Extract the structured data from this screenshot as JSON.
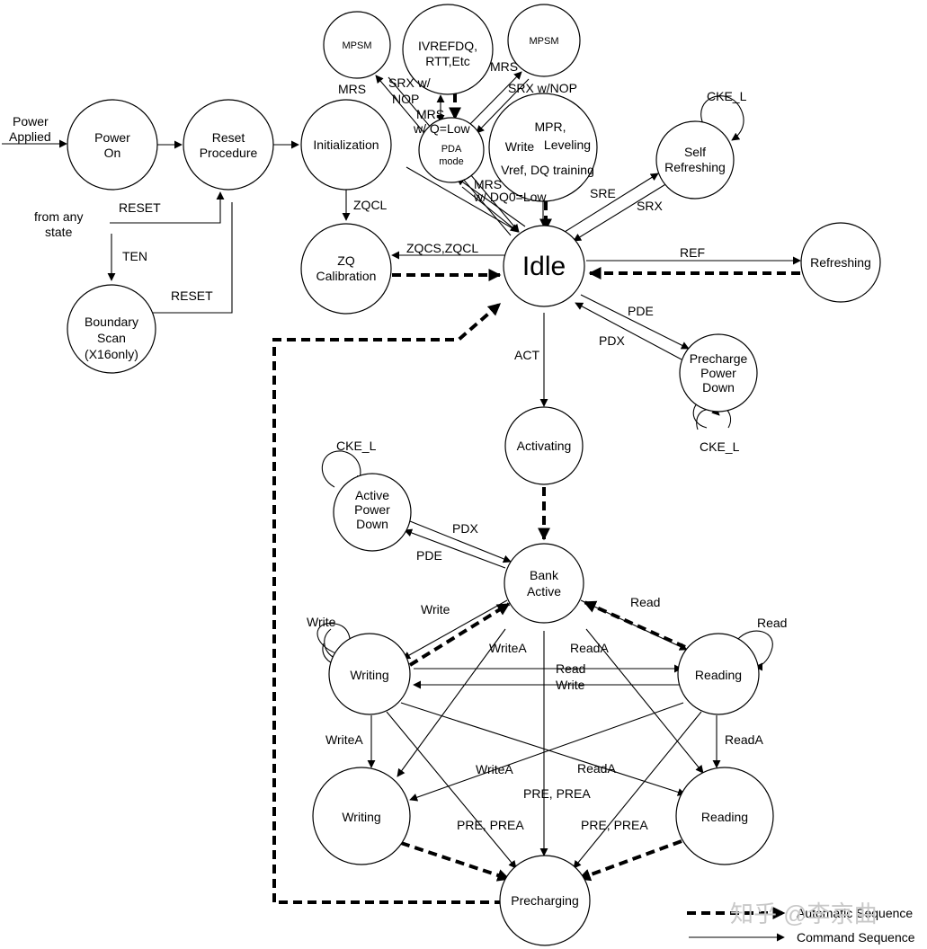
{
  "states": {
    "power_on": [
      "Power",
      "On"
    ],
    "reset_procedure": [
      "Reset",
      "Procedure"
    ],
    "initialization": [
      "Initialization"
    ],
    "zq_calibration": [
      "ZQ",
      "Calibration"
    ],
    "boundary_scan": [
      "Boundary",
      "Scan",
      "(X16only)"
    ],
    "mpsm_left": [
      "MPSM"
    ],
    "mpsm_right": [
      "MPSM"
    ],
    "ivrefdq": [
      "IVREFDQ,",
      "RTT,Etc"
    ],
    "pda_mode": [
      "PDA",
      "mode"
    ],
    "mpr_write": "Write",
    "mpr_top": "MPR,",
    "mpr_leveling": "Leveling",
    "mpr_vref": "Vref, DQ training",
    "self_refreshing": [
      "Self",
      "Refreshing"
    ],
    "idle": "Idle",
    "refreshing": [
      "Refreshing"
    ],
    "precharge_power_down": [
      "Precharge",
      "Power",
      "Down"
    ],
    "activating": [
      "Activating"
    ],
    "active_power_down": [
      "Active",
      "Power",
      "Down"
    ],
    "bank_active": [
      "Bank",
      "Active"
    ],
    "writing_top": [
      "Writing"
    ],
    "reading_top": [
      "Reading"
    ],
    "writing_bottom": [
      "Writing"
    ],
    "reading_bottom": [
      "Reading"
    ],
    "precharging": [
      "Precharging"
    ]
  },
  "edges": {
    "power_applied": [
      "Power",
      "Applied"
    ],
    "from_any_state": [
      "from any",
      "state"
    ],
    "reset_top": "RESET",
    "ten": "TEN",
    "reset_bottom": "RESET",
    "zqcl_down": "ZQCL",
    "zqcs_zqcl": "ZQCS,ZQCL",
    "mrs_left": "MRS",
    "srx_nop_left": [
      "SRX w/",
      "NOP"
    ],
    "mrs_top_right": "MRS",
    "srx_nop_right": "SRX w/NOP",
    "mrs_pda": [
      "MRS",
      "w/ Q=Low"
    ],
    "mrs_dq0": [
      "MRS",
      "w/ DQ0=Low"
    ],
    "cke_l_self": "CKE_L",
    "sre": "SRE",
    "srx": "SRX",
    "ref": "REF",
    "pde_right": "PDE",
    "pdx_right": "PDX",
    "cke_l_precharge": "CKE_L",
    "act": "ACT",
    "cke_l_active": "CKE_L",
    "pdx_active": "PDX",
    "pde_active": "PDE",
    "write_to_writing": "Write",
    "write_self": "Write",
    "read_to_reading": "Read",
    "read_self": "Read",
    "writea_from_bank": "WriteA",
    "reada_from_bank": "ReadA",
    "read_cross": "Read",
    "write_cross": "Write",
    "writea_down": "WriteA",
    "reada_down": "ReadA",
    "writea_cross": "WriteA",
    "reada_cross": "ReadA",
    "pre_prea_center": "PRE, PREA",
    "pre_prea_left": "PRE, PREA",
    "pre_prea_right": "PRE, PREA"
  },
  "legend": {
    "automatic": "Automatic Sequence",
    "command": "Command Sequence"
  },
  "watermark": "知乎 @李京曲"
}
